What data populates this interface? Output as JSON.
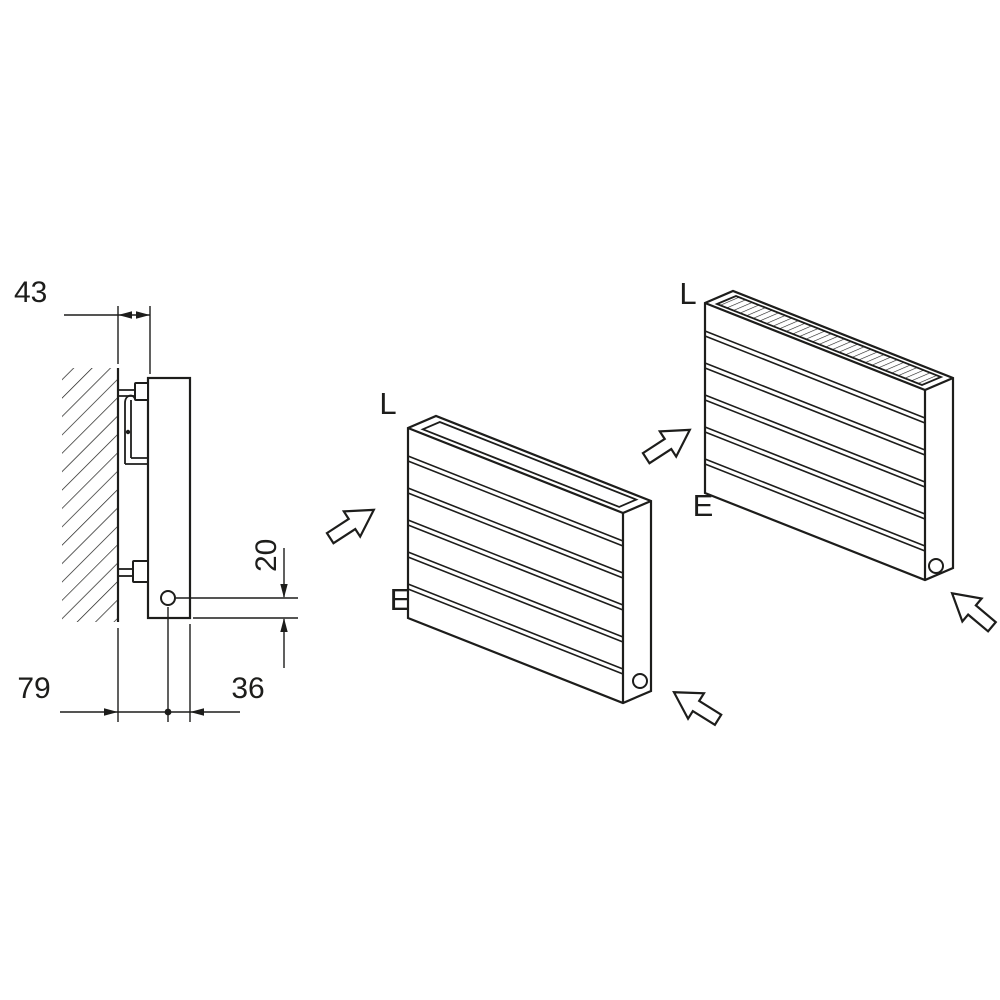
{
  "title": "Radiator wall-mounting and connection diagram",
  "colors": {
    "background": "#ffffff",
    "line": "#1d1d1b"
  },
  "side_view": {
    "dim_wall_clearance": "43",
    "dim_axis_to_bottom": "20",
    "dim_wall_to_axis": "79",
    "dim_axis_to_front": "36"
  },
  "isometric_open_top": {
    "label_l": "L",
    "label_e": "E"
  },
  "isometric_grille_top": {
    "label_l": "L",
    "label_e": "E"
  },
  "icons": {
    "flow_arrow": "hollow-arrow",
    "connection_port": "circle-port",
    "wall_section": "diagonal-hatch"
  }
}
